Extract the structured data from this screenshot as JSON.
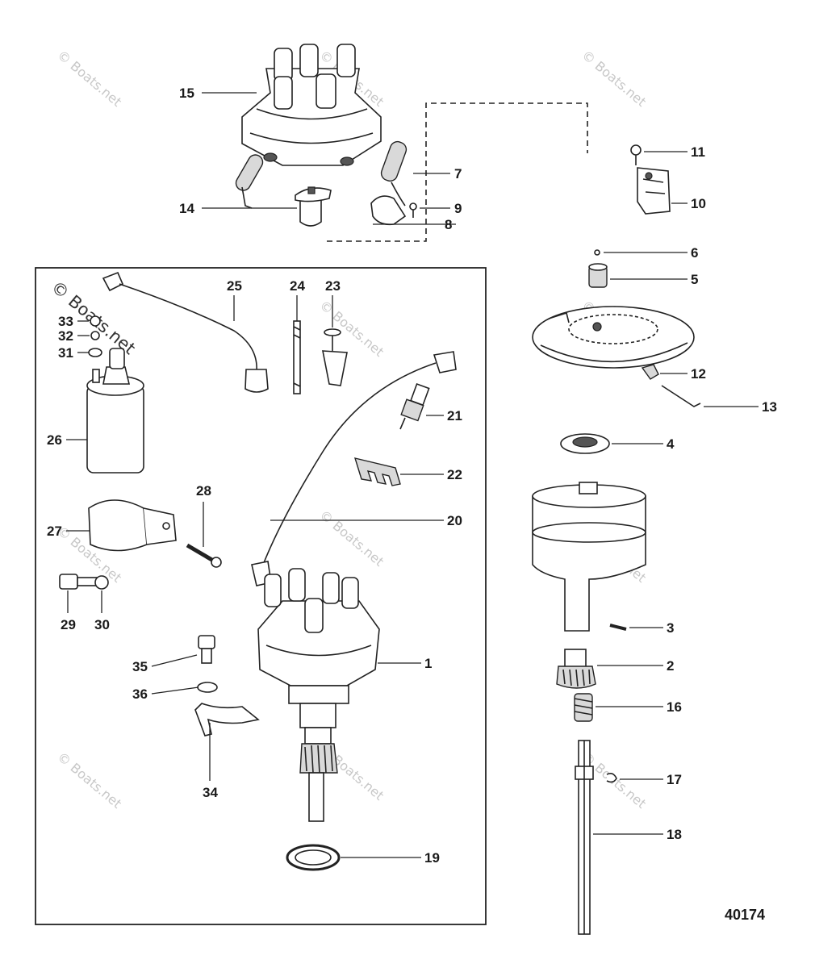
{
  "diagram": {
    "figure_number": "40174",
    "watermark": "© Boats.net",
    "callouts": {
      "c1": "1",
      "c2": "2",
      "c3": "3",
      "c4": "4",
      "c5": "5",
      "c6": "6",
      "c7": "7",
      "c8": "8",
      "c9": "9",
      "c10": "10",
      "c11": "11",
      "c12": "12",
      "c13": "13",
      "c14": "14",
      "c15": "15",
      "c16": "16",
      "c17": "17",
      "c18": "18",
      "c19": "19",
      "c20": "20",
      "c21": "21",
      "c22": "22",
      "c23": "23",
      "c24": "24",
      "c25": "25",
      "c26": "26",
      "c27": "27",
      "c28": "28",
      "c29": "29",
      "c30": "30",
      "c31": "31",
      "c32": "32",
      "c33": "33",
      "c34": "34",
      "c35": "35",
      "c36": "36"
    }
  }
}
